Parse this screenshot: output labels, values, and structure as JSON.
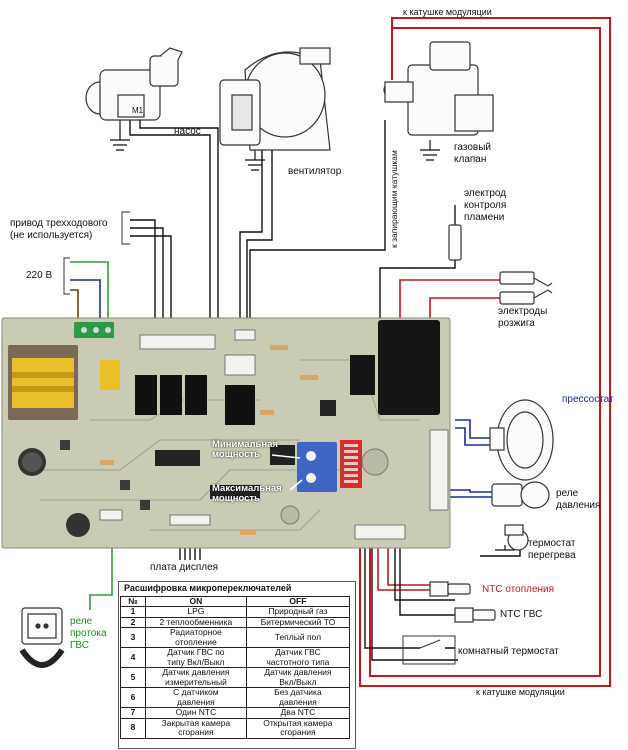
{
  "labels": {
    "modulation_coil_top": "к катушке модуляции",
    "modulation_coil_bottom": "к катушке модуляции",
    "pump": "насос",
    "fan": "вентилятор",
    "gas_valve": "газовый\nклапан",
    "locking_coil": "к запирающим катушкам",
    "flame_electrode": "электрод\nконтроля\nпламени",
    "ignition_electrodes": "электроды\nрозжига",
    "three_way_drive": "привод трехходового\n(не используется)",
    "mains": "220 В",
    "pressostat": "прессостат",
    "pressure_relay": "реле\nдавления",
    "overheat_thermostat": "термостат\nперегрева",
    "ntc_heating": "NTC отопления",
    "ntc_dhw": "NTC  ГВС",
    "room_thermostat": "комнатный термостат",
    "display_board": "плата дисплея",
    "dhw_flow_relay": "реле\nпротока\nГВС",
    "min_power": "Минимальная\nмощность",
    "max_power": "Максимальная\nмощность",
    "pump_tag": "M1"
  },
  "table": {
    "caption": "Расшифровка микропереключателей",
    "headers": [
      "№",
      "ON",
      "OFF"
    ],
    "rows": [
      [
        "1",
        "LPG",
        "Природный газ"
      ],
      [
        "2",
        "2 теплообменника",
        "Битермический ТО"
      ],
      [
        "3",
        "Радиаторное\nотопление",
        "Теплый пол"
      ],
      [
        "4",
        "Датчик ГВС по\nтипу Вкл/Выкл",
        "Датчик ГВС\nчастотного типа"
      ],
      [
        "5",
        "Датчик давления\nизмерительный",
        "Датчик давления\nВкл/Выкл"
      ],
      [
        "6",
        "С датчиком\nдавления",
        "Без датчика\nдавления"
      ],
      [
        "7",
        "Один NTC",
        "Два NTC"
      ],
      [
        "8",
        "Закрытая камера\nсгорания",
        "Открытая камера\nсгорания"
      ]
    ]
  },
  "colors": {
    "wire_red": "#c4161c",
    "wire_black": "#111111",
    "wire_blue": "#1a2a9c",
    "wire_green": "#2e9e3a",
    "pcb": "#c9cbb4",
    "label_blue": "#1a2a9c",
    "label_red": "#c4161c",
    "label_green": "#1f8a2c"
  }
}
